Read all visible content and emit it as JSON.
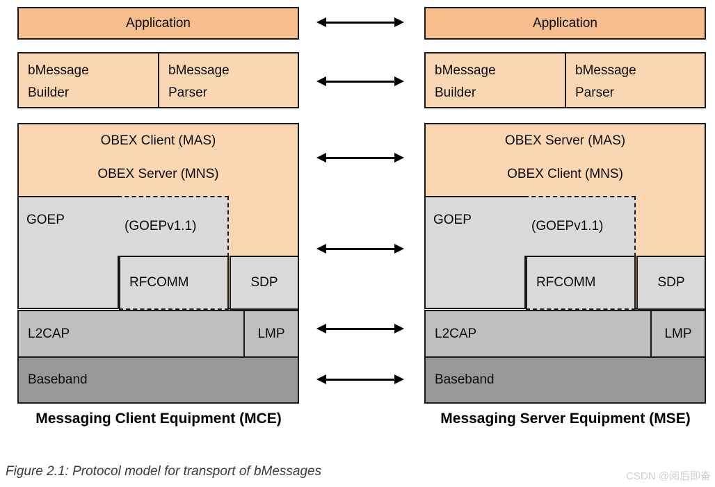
{
  "colors": {
    "application_fill": "#F6BE8D",
    "obex_fill": "#FAD6B3",
    "upper_protocol_fill": "#D9D9D9",
    "l2cap_lmp_fill": "#BFBFBF",
    "baseband_fill": "#999999",
    "border": "#1A1A1A",
    "caption_text": "#3C3C40",
    "watermark_text": "#D2CDCF"
  },
  "stacks": [
    {
      "side": "left",
      "application_label": "Application",
      "bmessage_builder_label": "bMessage\nBuilder",
      "bmessage_parser_label": "bMessage\nParser",
      "obex_line1": "OBEX Client (MAS)",
      "obex_line2": "OBEX Server (MNS)",
      "goep_label": "GOEP",
      "goep_v11_label": "(GOEPv1.1)",
      "rfcomm_label": "RFCOMM",
      "sdp_label": "SDP",
      "l2cap_label": "L2CAP",
      "lmp_label": "LMP",
      "baseband_label": "Baseband",
      "equipment_label": "Messaging Client Equipment (MCE)"
    },
    {
      "side": "right",
      "application_label": "Application",
      "bmessage_builder_label": "bMessage\nBuilder",
      "bmessage_parser_label": "bMessage\nParser",
      "obex_line1": "OBEX Server (MAS)",
      "obex_line2": "OBEX Client (MNS)",
      "goep_label": "GOEP",
      "goep_v11_label": "(GOEPv1.1)",
      "rfcomm_label": "RFCOMM",
      "sdp_label": "SDP",
      "l2cap_label": "L2CAP",
      "lmp_label": "LMP",
      "baseband_label": "Baseband",
      "equipment_label": "Messaging Server Equipment (MSE)"
    }
  ],
  "arrows": {
    "count": 6,
    "direction": "bidirectional"
  },
  "caption": "Figure 2.1: Protocol model for transport of bMessages",
  "watermark": "CSDN @阅后即奋"
}
